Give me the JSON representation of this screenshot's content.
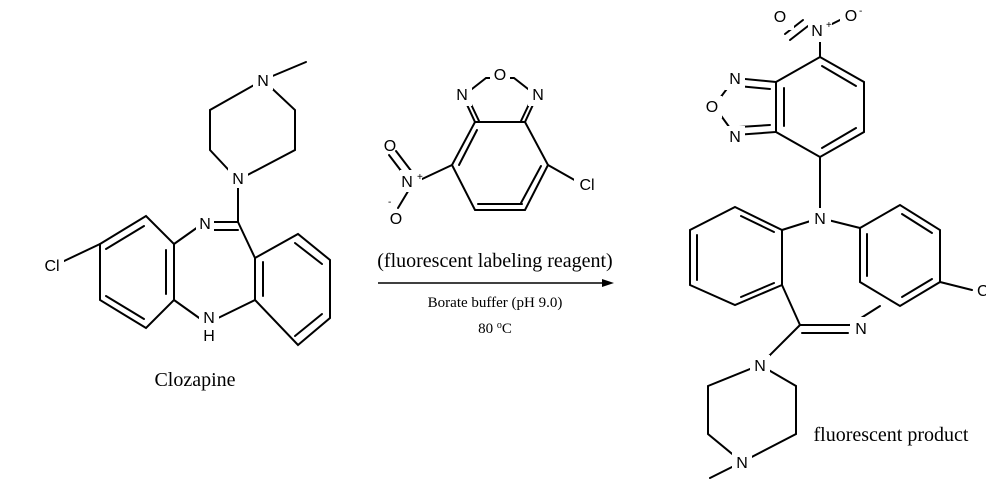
{
  "reactant": {
    "name": "Clozapine",
    "atoms": {
      "cl": "Cl",
      "n_ring": "N",
      "nh": "N",
      "h": "H",
      "pip_n1": "N",
      "pip_n2": "N"
    }
  },
  "reagent": {
    "atoms": {
      "o": "O",
      "n_left": "N",
      "n_right": "N",
      "cl": "Cl",
      "no2_n": "N",
      "no2_o_top": "O",
      "no2_o_bottom": "O"
    },
    "charges": {
      "plus": "+",
      "minus": "-"
    }
  },
  "arrow": {
    "reagent_label": "(fluorescent labeling reagent)",
    "condition_1": "Borate buffer (pH 9.0)",
    "condition_2_value": "80 ",
    "condition_2_deg": "o",
    "condition_2_unit": "C"
  },
  "product": {
    "name": "fluorescent product",
    "atoms": {
      "n_top": "N",
      "n_bottom": "N",
      "o": "O",
      "n_central": "N",
      "n_imine": "N",
      "cl": "C",
      "pip_n1": "N",
      "pip_n2": "N",
      "no2_n": "N",
      "no2_o_left": "O",
      "no2_o_right": "O"
    },
    "charges": {
      "plus": "+",
      "minus": "-"
    }
  }
}
